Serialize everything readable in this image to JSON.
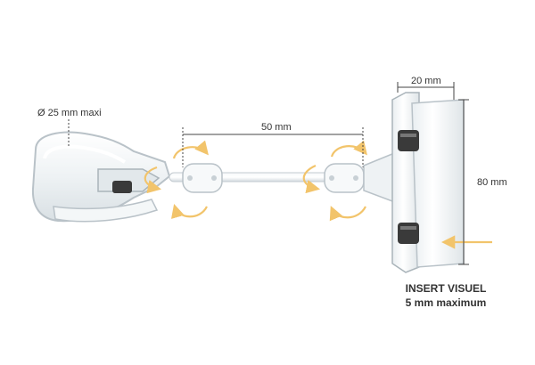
{
  "labels": {
    "diameter": "Ø 25 mm maxi",
    "length": "50 mm",
    "width": "20 mm",
    "height": "80 mm",
    "insert_title": "INSERT VISUEL",
    "insert_sub": "5 mm maximum"
  },
  "colors": {
    "accent_arrow": "#f2c46b",
    "dimension_line": "#444444",
    "plastic_edge": "#b9c2c8",
    "plastic_fill": "#eef2f4",
    "hinge_dark": "#3a3a3a"
  },
  "icons": {
    "rotation_left": "rotate-arrow-icon",
    "rotation_right": "rotate-arrow-icon",
    "insert_arrow": "arrow-left-icon"
  }
}
